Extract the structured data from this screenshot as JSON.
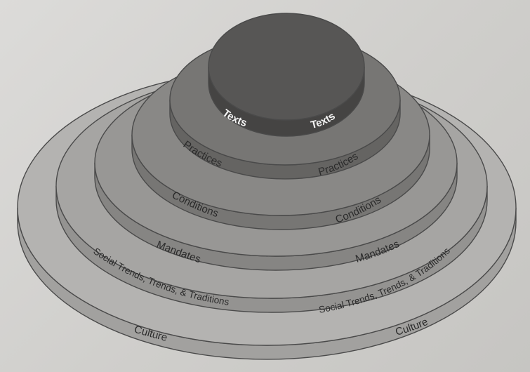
{
  "diagram": {
    "tiers": [
      {
        "id": "culture",
        "left_label": "Culture",
        "right_label": "Culture",
        "color": "#b4b3b1"
      },
      {
        "id": "social",
        "left_label": "Social Trends, Trends, & Traditions",
        "right_label": "Social Trends, Trends, & Traditions",
        "color": "#a6a5a3"
      },
      {
        "id": "mandates",
        "left_label": "Mandates",
        "right_label": "Mandates",
        "color": "#989795"
      },
      {
        "id": "conditions",
        "left_label": "Conditions",
        "right_label": "Conditions",
        "color": "#898886"
      },
      {
        "id": "practices",
        "left_label": "Practices",
        "right_label": "Practices",
        "color": "#777674"
      },
      {
        "id": "texts",
        "left_label": "Texts",
        "right_label": "Texts",
        "color": "#575655"
      }
    ]
  }
}
